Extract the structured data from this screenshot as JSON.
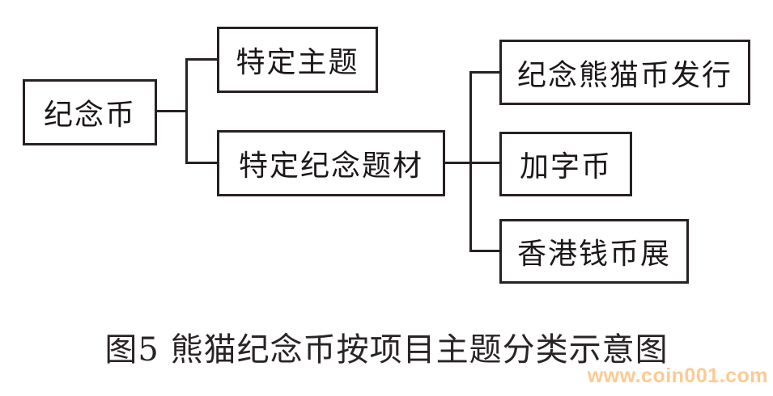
{
  "diagram": {
    "type": "tree",
    "hierarchy": {
      "root": "纪念币",
      "children": [
        {
          "label": "特定主题",
          "children": []
        },
        {
          "label": "特定纪念题材",
          "children": [
            "纪念熊猫币发行",
            "加字币",
            "香港钱币展"
          ]
        }
      ]
    }
  },
  "nodes": {
    "root": {
      "label": "纪念币"
    },
    "theme": {
      "label": "特定主题"
    },
    "subject": {
      "label": "特定纪念题材"
    },
    "issue": {
      "label": "纪念熊猫币发行"
    },
    "jiazi": {
      "label": "加字币"
    },
    "hk": {
      "label": "香港钱币展"
    }
  },
  "caption": {
    "text": "图5 熊猫纪念币按项目主题分类示意图"
  },
  "watermark": {
    "text": "www.coin001.com",
    "color": "#fcca92"
  },
  "colors": {
    "line": "#272122",
    "background": "#ffffff",
    "text": "#1c1718"
  }
}
